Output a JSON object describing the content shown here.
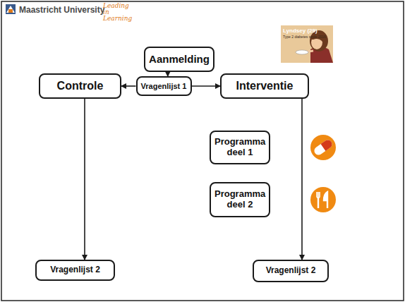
{
  "diagram": {
    "nodes": [
      {
        "text": [
          "Aanmelding"
        ]
      },
      {
        "text": [
          "Controle"
        ]
      },
      {
        "text": [
          "Vragenlijst 1"
        ]
      },
      {
        "text": [
          "Interventie"
        ]
      },
      {
        "text": [
          "Programma deel 1"
        ]
      },
      {
        "text": [
          "Programma deel 2"
        ]
      },
      {
        "text": [
          "Vragenlijst 2"
        ]
      },
      {
        "text": [
          "Vragenlijst 2"
        ]
      }
    ],
    "edges": [
      {
        "from": 0,
        "to": 2,
        "arrow": "to"
      },
      {
        "from": 2,
        "to": 1,
        "arrow": "to"
      },
      {
        "from": 2,
        "to": 3,
        "arrow": "to"
      },
      {
        "from": 1,
        "to": 6,
        "arrow": "to"
      },
      {
        "from": 3,
        "to": 7,
        "arrow": "to"
      }
    ],
    "labels": [
      "Maastricht University",
      "Leading in Learning",
      "Lyndsey (29)",
      "Type 2 diabetes sinds 2016"
    ]
  }
}
